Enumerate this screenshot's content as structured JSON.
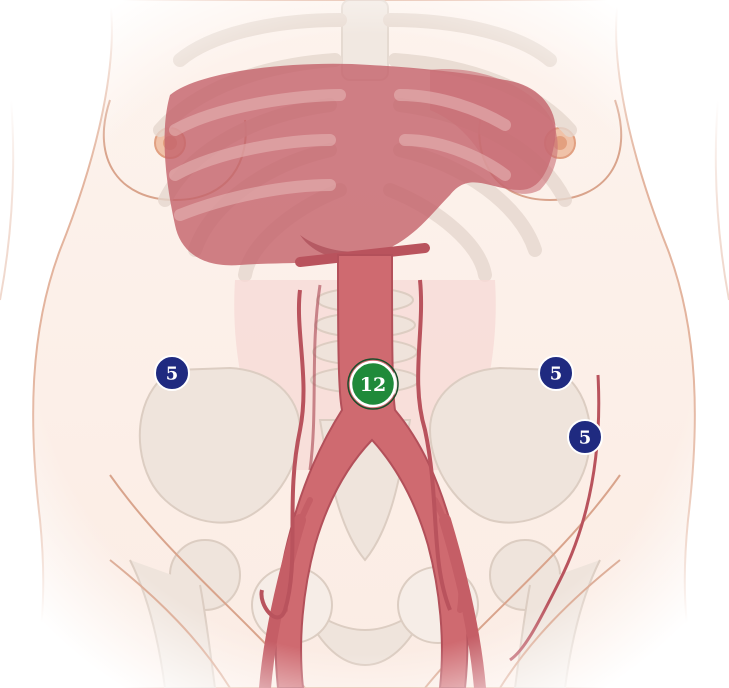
{
  "colors": {
    "skin": "#fbeee6",
    "body_outline": "#d9a48c",
    "bone": "#efe4dc",
    "bone_outline": "#e0d2c8",
    "liver": "#c4646c",
    "vessel": "#cf6a70",
    "vessel_dark": "#a84450",
    "retro_zone": "#f6d9d6",
    "port_small": "#1f2a80",
    "port_large": "#1f8a3a",
    "port_ring": "#ffffff"
  },
  "ports": [
    {
      "id": "port-left-flank",
      "label": "5",
      "type": "small"
    },
    {
      "id": "port-umbilical",
      "label": "12",
      "type": "large"
    },
    {
      "id": "port-right-upper",
      "label": "5",
      "type": "small"
    },
    {
      "id": "port-right-lower",
      "label": "5",
      "type": "small"
    }
  ]
}
